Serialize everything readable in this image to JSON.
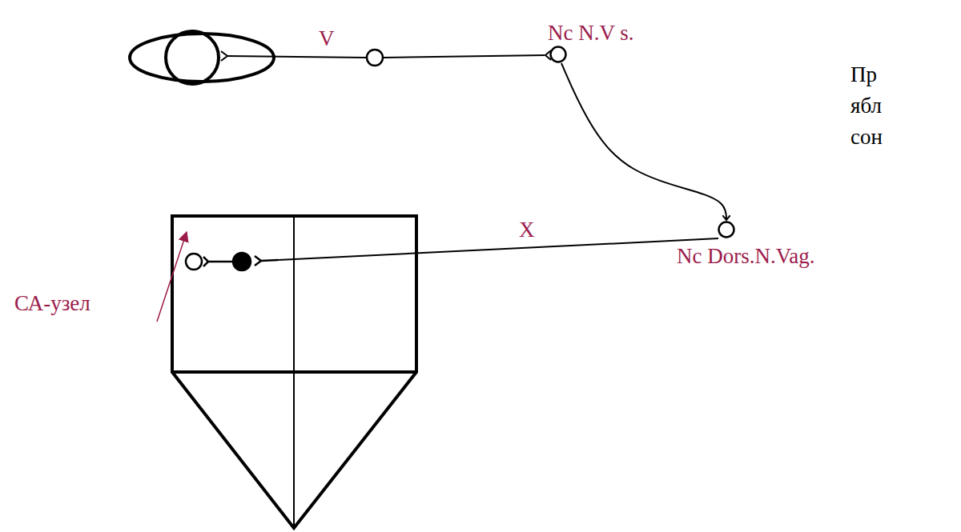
{
  "diagram": {
    "nodes": [
      {
        "text": [
          "Nc N.V s."
        ]
      },
      {
        "text": [
          "Nc Dors.N.Vag."
        ]
      }
    ],
    "edges": [
      {
        "from": 0,
        "to": 1,
        "arrow": "to"
      }
    ],
    "labels": [
      "V",
      "X",
      "СА-узел",
      "Пр",
      "ябл",
      "сон"
    ]
  }
}
